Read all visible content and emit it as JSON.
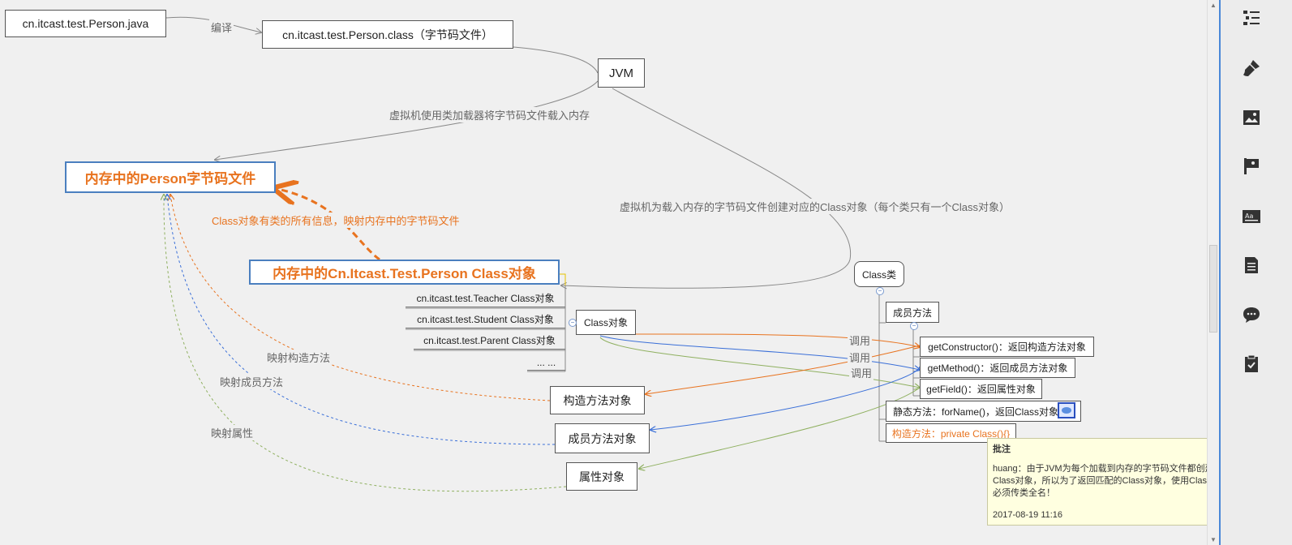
{
  "nodes": {
    "source_file": "cn.itcast.test.Person.java",
    "class_file": "cn.itcast.test.Person.class（字节码文件）",
    "jvm": "JVM",
    "memory_bytecode": "内存中的Person字节码文件",
    "class_object_main": "内存中的Cn.Itcast.Test.Person Class对象",
    "teacher_class": "cn.itcast.test.Teacher Class对象",
    "student_class": "cn.itcast.test.Student Class对象",
    "parent_class": "cn.itcast.test.Parent Class对象",
    "ellipsis": "... ...",
    "class_object": "Class对象",
    "class_class": "Class类",
    "member_methods": "成员方法",
    "get_constructor": "getConstructor()：返回构造方法对象",
    "get_method": "getMethod()：返回成员方法对象",
    "get_field": "getField()：返回属性对象",
    "static_method": "静态方法：forName()，返回Class对象",
    "constructor_private": "构造方法：private Class(){}",
    "constructor_object": "构造方法对象",
    "method_object": "成员方法对象",
    "field_object": "属性对象"
  },
  "edge_labels": {
    "compile": "编译",
    "load": "虚拟机使用类加载器将字节码文件载入内存",
    "create": "虚拟机为载入内存的字节码文件创建对应的Class对象（每个类只有一个Class对象）",
    "mapping": "Class对象有类的所有信息，映射内存中的字节码文件",
    "map_constructor": "映射构造方法",
    "map_method": "映射成员方法",
    "map_field": "映射属性",
    "call_1": "调用",
    "call_2": "调用",
    "call_3": "调用"
  },
  "comment": {
    "title": "批注",
    "body": "huang：由于JVM为每个加载到内存的字节码文件都创建了相应的Class对象，所以为了返回匹配的Class对象，使用Class.forName()时必须传类全名！",
    "date": "2017-08-19 11:16"
  },
  "toolbar_icons": [
    "outline-icon",
    "format-brush-icon",
    "image-icon",
    "marker-flag-icon",
    "text-style-icon",
    "notes-icon",
    "comments-icon",
    "task-clipboard-icon"
  ],
  "colors": {
    "orange": "#e8731f",
    "blue": "#3a6fd8",
    "green": "#8fb060",
    "gray": "#888888",
    "main_border": "#4a7fbf",
    "panel_accent": "#4a88d8"
  }
}
